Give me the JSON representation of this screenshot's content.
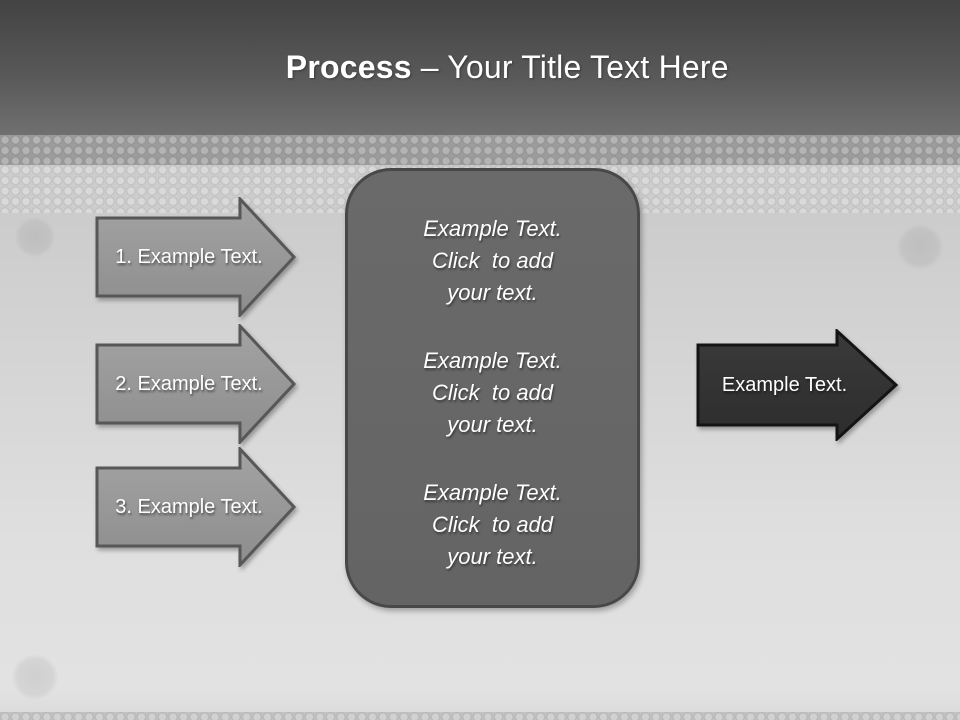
{
  "title": {
    "bold_part": "Process",
    "regular_part": "– Your Title Text Here"
  },
  "process_steps": [
    {
      "label": "1. Example Text."
    },
    {
      "label": "2. Example Text."
    },
    {
      "label": "3. Example Text."
    }
  ],
  "detail_box": {
    "blocks": [
      {
        "line1": "Example Text.",
        "line2": "Click  to add",
        "line3": "your text."
      },
      {
        "line1": "Example Text.",
        "line2": "Click  to add",
        "line3": "your text."
      },
      {
        "line1": "Example Text.",
        "line2": "Click  to add",
        "line3": "your text."
      }
    ]
  },
  "result_arrow": {
    "label": "Example Text."
  },
  "colors": {
    "header_top": "#434343",
    "header_bottom": "#707070",
    "step_arrow_fill": "#999999",
    "step_arrow_border": "#575757",
    "detail_box_fill": "#656565",
    "detail_box_border": "#484848",
    "result_arrow_fill": "#323232",
    "result_arrow_border": "#141414",
    "title_text": "#ffffff",
    "background": "#d2d2d2"
  }
}
